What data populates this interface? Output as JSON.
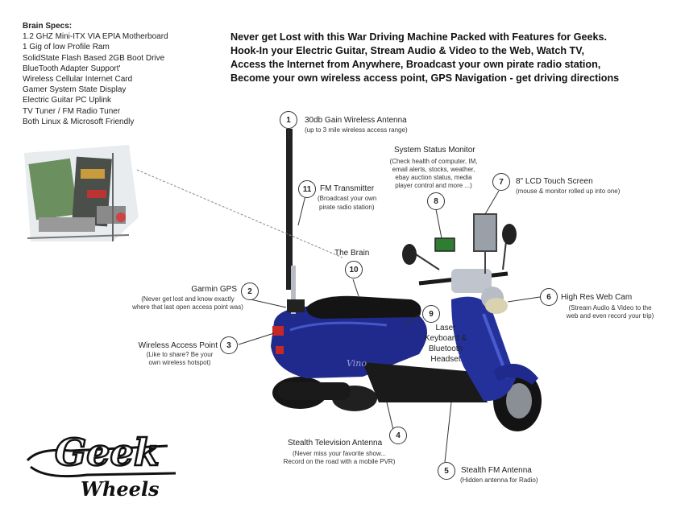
{
  "specs": {
    "title": "Brain Specs:",
    "items": [
      "1.2 GHZ Mini-ITX VIA EPIA Motherboard",
      "1 Gig of low Profile Ram",
      "SolidState Flash Based 2GB Boot Drive",
      "BlueTooth Adapter Support'",
      "Wireless Cellular Internet Card",
      "Gamer System State Display",
      "Electric Guitar PC Uplink",
      "TV Tuner / FM Radio Tuner",
      "Both Linux & Microsoft Friendly"
    ]
  },
  "headline": {
    "lines": [
      "Never get Lost with this War Driving Machine Packed with Features for Geeks.",
      "Hook-In your Electric Guitar, Stream Audio & Video to the Web, Watch TV,",
      "Access the Internet from Anywhere, Broadcast your own pirate radio station,",
      "Become your own wireless access point, GPS Navigation - get driving directions"
    ]
  },
  "callouts": {
    "c1": {
      "num": "1",
      "title": "30db Gain Wireless Antenna",
      "desc": [
        "(up to 3 mile wireless access range)"
      ]
    },
    "c2": {
      "num": "2",
      "title": "Garmin GPS",
      "desc": [
        "(Never get lost and know exactly",
        "where that last open access point was)"
      ]
    },
    "c3": {
      "num": "3",
      "title": "Wireless Access Point",
      "desc": [
        "(Like to share? Be your",
        "own wireless hotspot)"
      ]
    },
    "c4": {
      "num": "4",
      "title": "Stealth Television Antenna",
      "desc": [
        "(Never miss your favorite show...",
        "Record on the road with a mobile PVR)"
      ]
    },
    "c5": {
      "num": "5",
      "title": "Stealth FM Antenna",
      "desc": [
        "(Hidden antenna for Radio)"
      ]
    },
    "c6": {
      "num": "6",
      "title": "High Res Web Cam",
      "desc": [
        "(Stream Audio & Video to the",
        "web and even record your trip)"
      ]
    },
    "c7": {
      "num": "7",
      "title": "8\" LCD Touch Screen",
      "desc": [
        "(mouse & monitor rolled up into one)"
      ]
    },
    "c8": {
      "num": "8",
      "title": "System Status Monitor",
      "desc": [
        "(Check health of computer, IM,",
        "email alerts, stocks, weather,",
        "ebay auction status, media",
        "player control and more ...)"
      ]
    },
    "c9": {
      "num": "9",
      "title": "Laser Keyboard & Bluetooth Headset",
      "title_lines": [
        "Laser",
        "Keyboard &",
        "Bluetooth",
        "Headset"
      ],
      "desc": []
    },
    "c10": {
      "num": "10",
      "title": "The Brain",
      "desc": []
    },
    "c11": {
      "num": "11",
      "title": "FM Transmitter",
      "desc": [
        "(Broadcast your own",
        "pirate radio station)"
      ]
    }
  },
  "scooter": {
    "badge": "Vino"
  },
  "logo": {
    "word1": "Geek",
    "word2": "Wheels"
  },
  "colors": {
    "scooter_body": "#1f2a8c",
    "seat": "#141414",
    "chrome": "#b8bcc4",
    "text": "#1a1a1a"
  }
}
